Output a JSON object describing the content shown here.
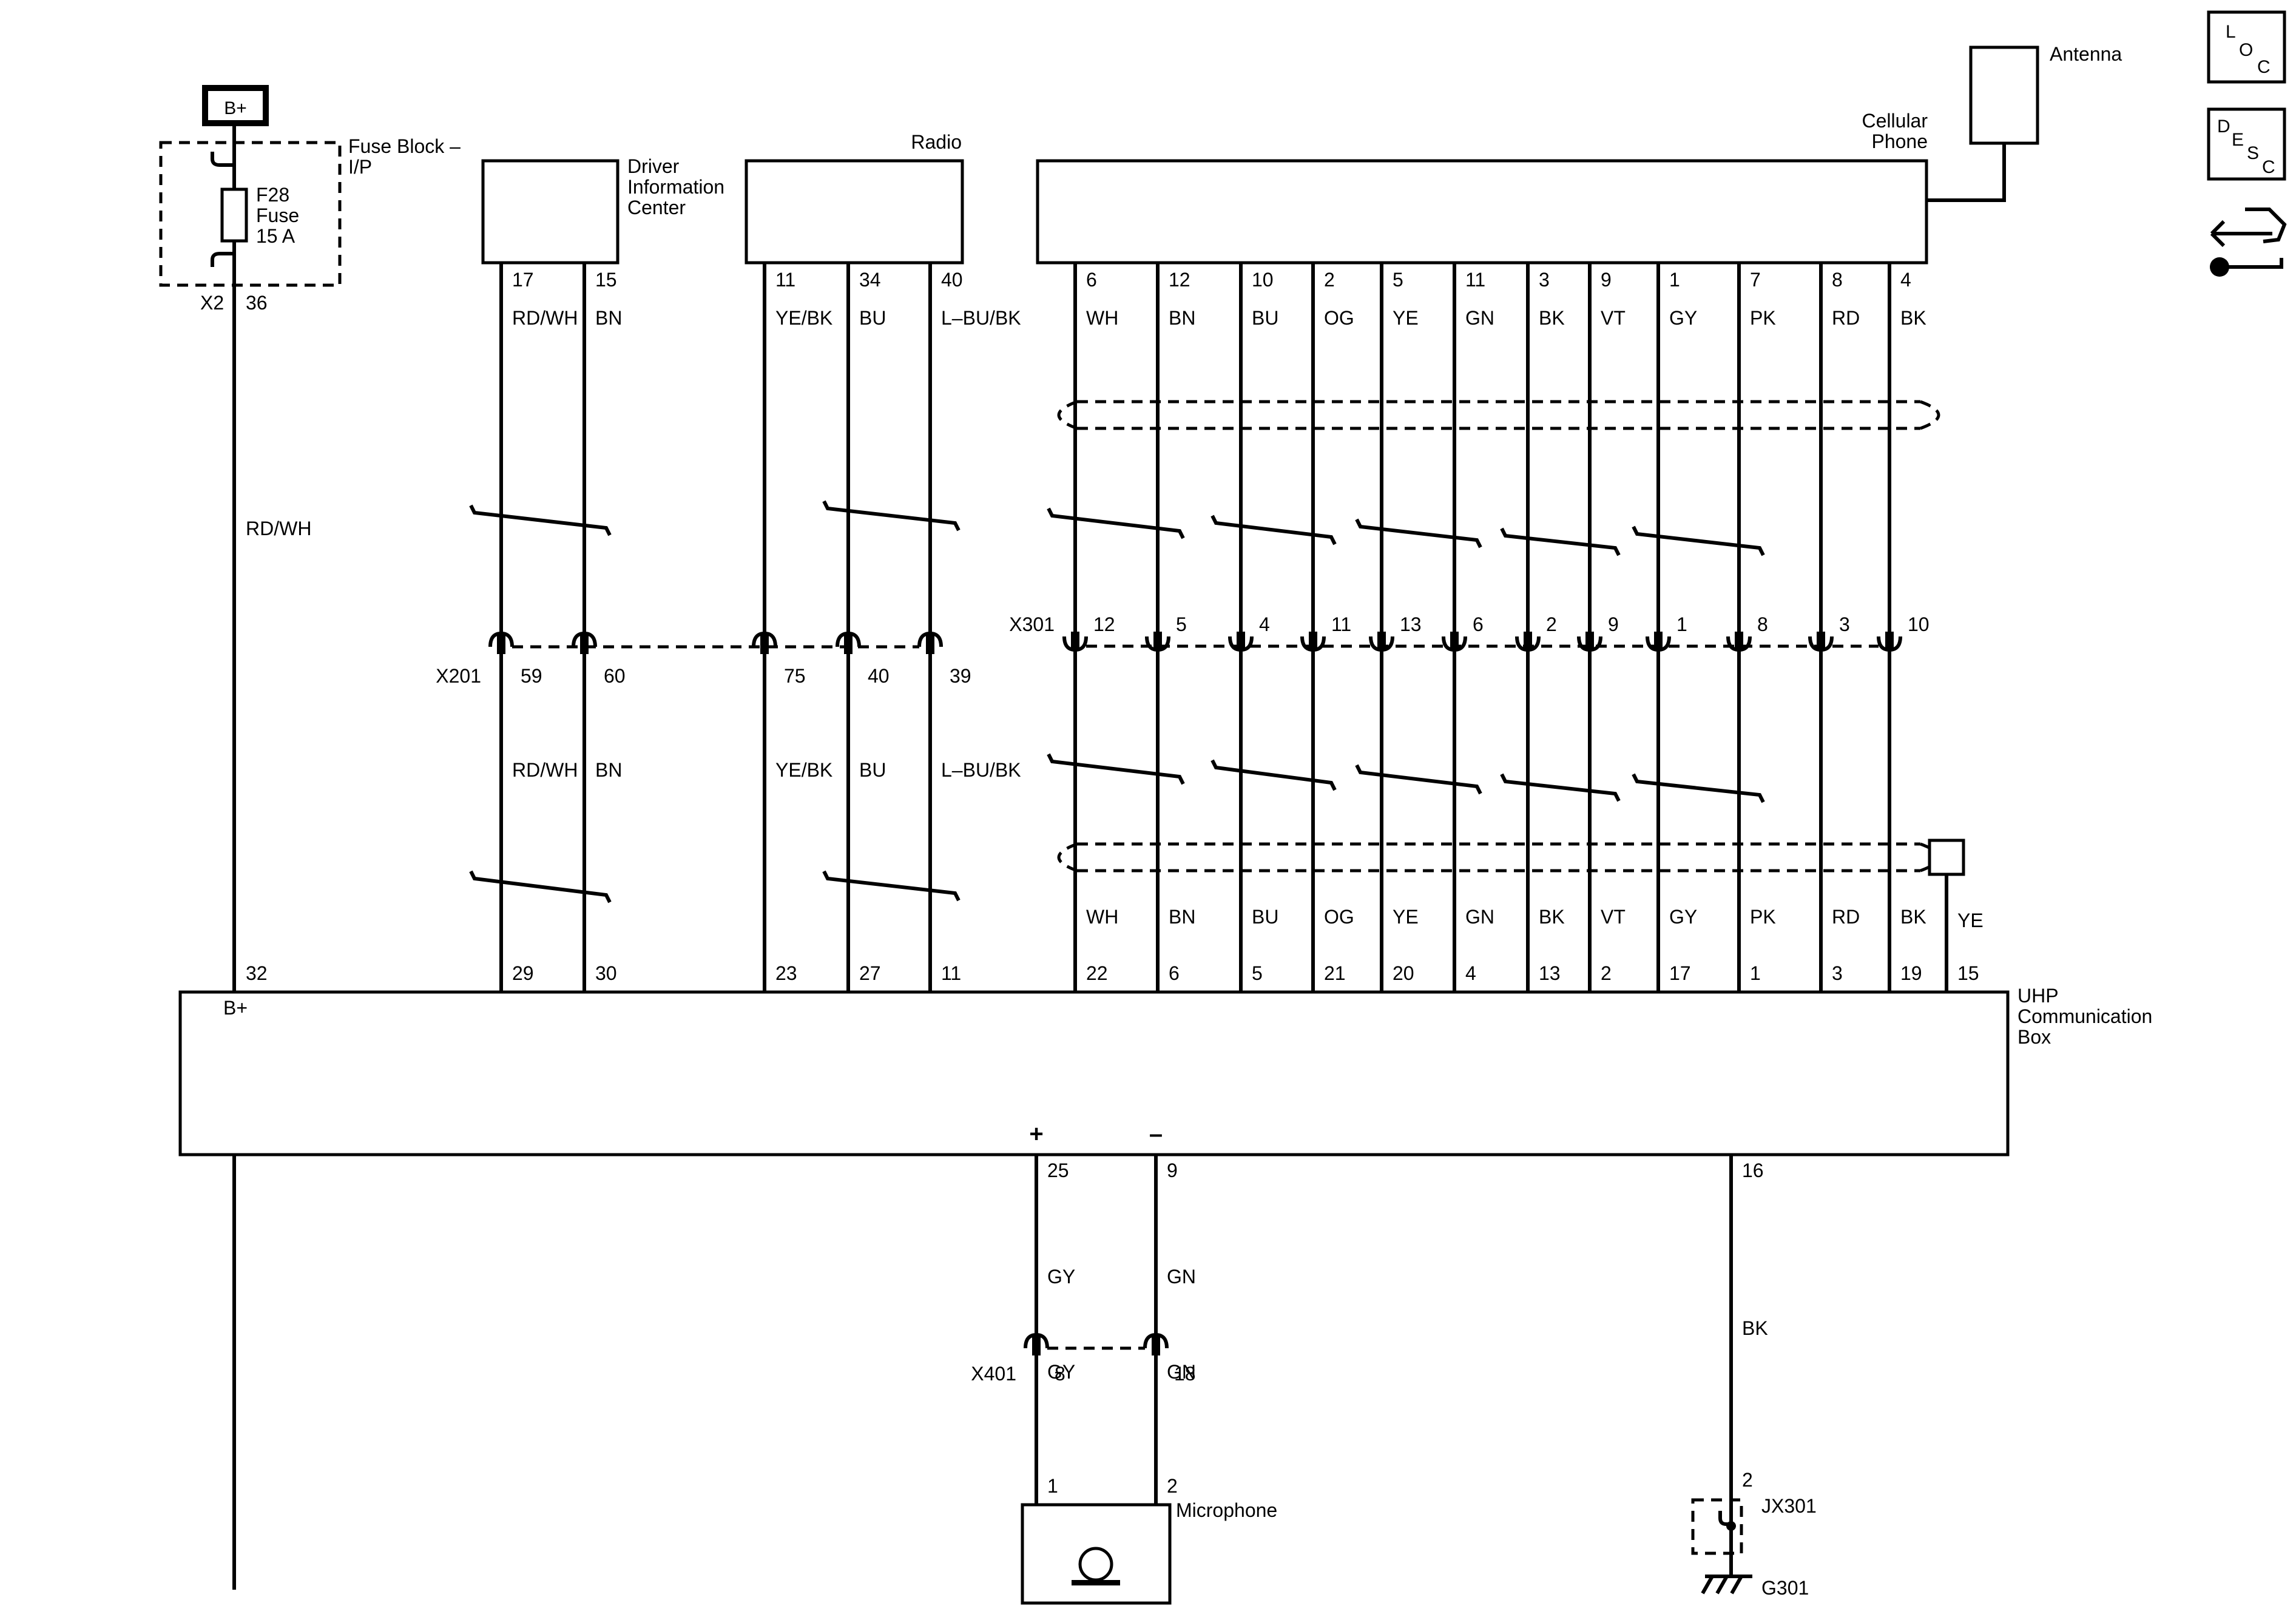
{
  "colors": {
    "line": "#000000",
    "background": "#ffffff"
  },
  "battery": {
    "label": "B+"
  },
  "fuse_block": {
    "title": "Fuse Block –\nI/P",
    "fuse": "F28\nFuse\n15 A",
    "connector": "X2",
    "pin": "36"
  },
  "feed": {
    "color": "RD/WH",
    "pin": "32",
    "label": "B+"
  },
  "dic": {
    "title": "Driver\nInformation\nCenter",
    "pins": [
      "17",
      "15"
    ],
    "colors": [
      "RD/WH",
      "BN"
    ],
    "x201": [
      "59",
      "60"
    ],
    "colors_below": [
      "RD/WH",
      "BN"
    ],
    "uhp_pins": [
      "29",
      "30"
    ]
  },
  "radio": {
    "title": "Radio",
    "pins": [
      "11",
      "34",
      "40"
    ],
    "colors": [
      "YE/BK",
      "BU",
      "L–BU/BK"
    ],
    "x201": [
      "75",
      "40",
      "39"
    ],
    "colors_below": [
      "YE/BK",
      "BU",
      "L–BU/BK"
    ],
    "uhp_pins": [
      "23",
      "27",
      "11"
    ]
  },
  "x201": {
    "label": "X201"
  },
  "cellular": {
    "title": "Cellular\nPhone",
    "antenna": "Antenna",
    "pins": [
      "6",
      "12",
      "10",
      "2",
      "5",
      "11",
      "3",
      "9",
      "1",
      "7",
      "8",
      "4"
    ],
    "colors": [
      "WH",
      "BN",
      "BU",
      "OG",
      "YE",
      "GN",
      "BK",
      "VT",
      "GY",
      "PK",
      "RD",
      "BK"
    ],
    "x301": [
      "12",
      "5",
      "4",
      "11",
      "13",
      "6",
      "2",
      "9",
      "1",
      "8",
      "3",
      "10"
    ],
    "colors_below": [
      "WH",
      "BN",
      "BU",
      "OG",
      "YE",
      "GN",
      "BK",
      "VT",
      "GY",
      "PK",
      "RD",
      "BK"
    ],
    "uhp_pins": [
      "22",
      "6",
      "5",
      "21",
      "20",
      "4",
      "13",
      "2",
      "17",
      "1",
      "3",
      "19"
    ]
  },
  "x301": {
    "label": "X301"
  },
  "drain": {
    "color": "YE",
    "pin": "15"
  },
  "uhp": {
    "title": "UHP\nCommunication\nBox"
  },
  "microphone": {
    "title": "Microphone",
    "plus": "+",
    "minus": "–",
    "uhp_pins": [
      "25",
      "9"
    ],
    "colors": [
      "GY",
      "GN"
    ],
    "x401_label": "X401",
    "x401": [
      "8",
      "18"
    ],
    "colors_below": [
      "GY",
      "GN"
    ],
    "mic_pins": [
      "1",
      "2"
    ]
  },
  "ground": {
    "uhp_pin": "16",
    "color": "BK",
    "jx_pin": "2",
    "jx_label": "JX301",
    "label": "G301"
  },
  "side_icons": {
    "loc": [
      "L",
      "O",
      "C"
    ],
    "desc": [
      "D",
      "E",
      "S",
      "C"
    ],
    "repair_icon": "repair-icon"
  }
}
